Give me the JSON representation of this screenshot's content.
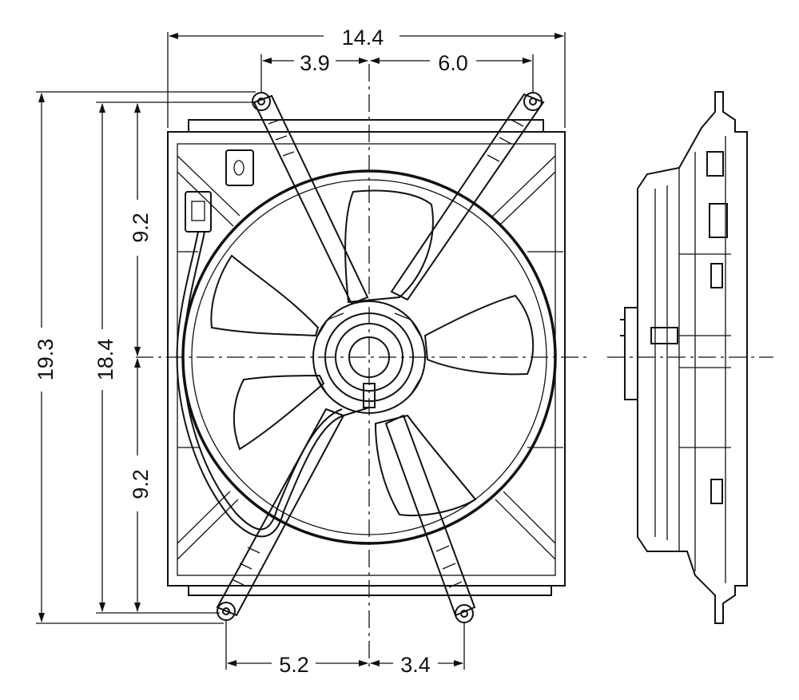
{
  "dimensions": {
    "overall_width": "14.4",
    "top_left_offset": "3.9",
    "top_right_offset": "6.0",
    "overall_height": "19.3",
    "mount_height": "18.4",
    "upper_half": "9.2",
    "lower_half": "9.2",
    "bottom_left_offset": "5.2",
    "bottom_right_offset": "3.4"
  },
  "colors": {
    "line": "#111111",
    "background": "#ffffff"
  }
}
